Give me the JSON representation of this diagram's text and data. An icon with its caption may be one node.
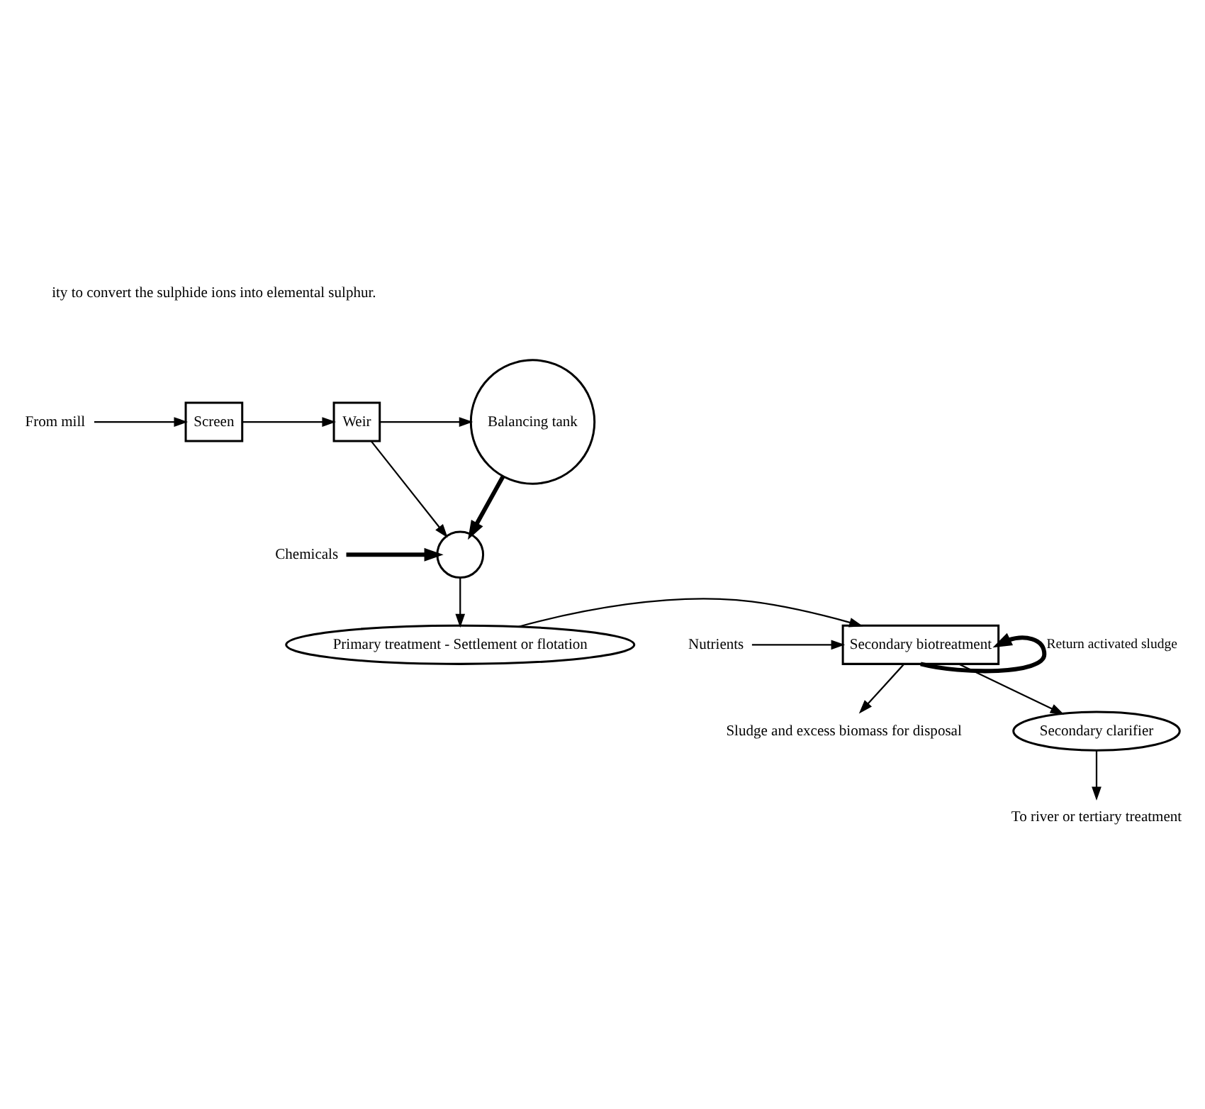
{
  "diagram": {
    "nodes": [
      {
        "text": [
          "From mill"
        ]
      },
      {
        "text": [
          "Screen"
        ]
      },
      {
        "text": [
          "Weir"
        ]
      },
      {
        "text": [
          "Balancing tank"
        ]
      },
      {
        "text": [
          "Chemicals"
        ]
      },
      {
        "text": [],
        "shape": "circle"
      },
      {
        "text": [
          "Nutrients"
        ]
      },
      {
        "text": [
          "Primary treatment - Settlement or flotation"
        ]
      },
      {
        "text": [
          "Secondary biotreatment"
        ]
      },
      {
        "text": [
          "Sludge and excess biomass for disposal"
        ]
      },
      {
        "text": [
          "Secondary clarifier"
        ]
      },
      {
        "text": [
          "To river or tertiary treatment"
        ]
      }
    ],
    "edges": [
      {
        "from": 0,
        "to": 1,
        "arrow": "to"
      },
      {
        "from": 1,
        "to": 2,
        "arrow": "to"
      },
      {
        "from": 2,
        "to": 3,
        "arrow": "to"
      },
      {
        "from": 2,
        "to": 5,
        "arrow": "to"
      },
      {
        "from": 3,
        "to": 5,
        "arrow": "to",
        "style": "thick"
      },
      {
        "from": 4,
        "to": 5,
        "arrow": "to",
        "style": "thick"
      },
      {
        "from": 5,
        "to": 7,
        "arrow": "to"
      },
      {
        "from": 7,
        "to": 8,
        "arrow": "to"
      },
      {
        "from": 6,
        "to": 8,
        "arrow": "to"
      },
      {
        "from": 8,
        "to": 8,
        "arrow": "to",
        "label": "Return activated sludge",
        "style": "thick"
      },
      {
        "from": 8,
        "to": 9,
        "arrow": "to"
      },
      {
        "from": 8,
        "to": 10,
        "arrow": "to"
      },
      {
        "from": 10,
        "to": 11,
        "arrow": "to"
      }
    ],
    "labels": [
      "ity to convert the sulphide ions into elemental sulphur."
    ]
  }
}
